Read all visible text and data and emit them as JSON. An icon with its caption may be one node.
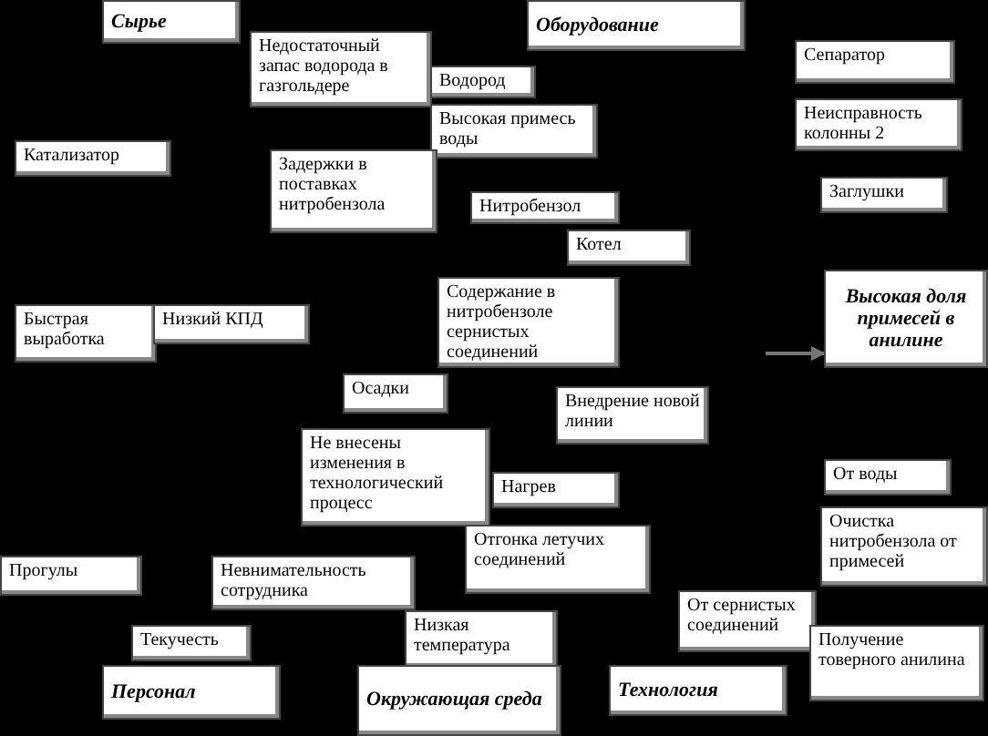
{
  "diagram": {
    "nodes": [
      {
        "text": [
          "Сырье"
        ]
      },
      {
        "text": [
          "Оборудование"
        ]
      },
      {
        "text": [
          "Недостаточный запас водорода в газгольдере"
        ]
      },
      {
        "text": [
          "Водород"
        ]
      },
      {
        "text": [
          "Высокая примесь воды"
        ]
      },
      {
        "text": [
          "Сепаратор"
        ]
      },
      {
        "text": [
          "Неисправность колонны 2"
        ]
      },
      {
        "text": [
          "Катализатор"
        ]
      },
      {
        "text": [
          "Задержки в поставках нитробензола"
        ]
      },
      {
        "text": [
          "Заглушки"
        ]
      },
      {
        "text": [
          "Нитробензол"
        ]
      },
      {
        "text": [
          "Котел"
        ]
      },
      {
        "text": [
          "Быстрая выработка"
        ]
      },
      {
        "text": [
          "Низкий КПД"
        ]
      },
      {
        "text": [
          "Содержание в нитробензоле сернистых соединений"
        ]
      },
      {
        "text": [
          "Высокая доля примесей в анилине"
        ]
      },
      {
        "text": [
          "Осадки"
        ]
      },
      {
        "text": [
          "Внедрение новой линии"
        ]
      },
      {
        "text": [
          "Не внесены изменения в технологический процесс"
        ]
      },
      {
        "text": [
          "Нагрев"
        ]
      },
      {
        "text": [
          "От воды"
        ]
      },
      {
        "text": [
          "Отгонка летучих соединений"
        ]
      },
      {
        "text": [
          "Очистка нитробензола от примесей"
        ]
      },
      {
        "text": [
          "Прогулы"
        ]
      },
      {
        "text": [
          "Невнимательность сотрудника"
        ]
      },
      {
        "text": [
          "От сернистых соединений"
        ]
      },
      {
        "text": [
          "Низкая температура"
        ]
      },
      {
        "text": [
          "Получение товерного анилина"
        ]
      },
      {
        "text": [
          "Текучесть"
        ]
      },
      {
        "text": [
          "Персонал"
        ]
      },
      {
        "text": [
          "Окружающая среда"
        ]
      },
      {
        "text": [
          "Технология"
        ]
      }
    ],
    "edges": [
      {
        "from": null,
        "to": 15,
        "arrow": "to"
      }
    ]
  }
}
